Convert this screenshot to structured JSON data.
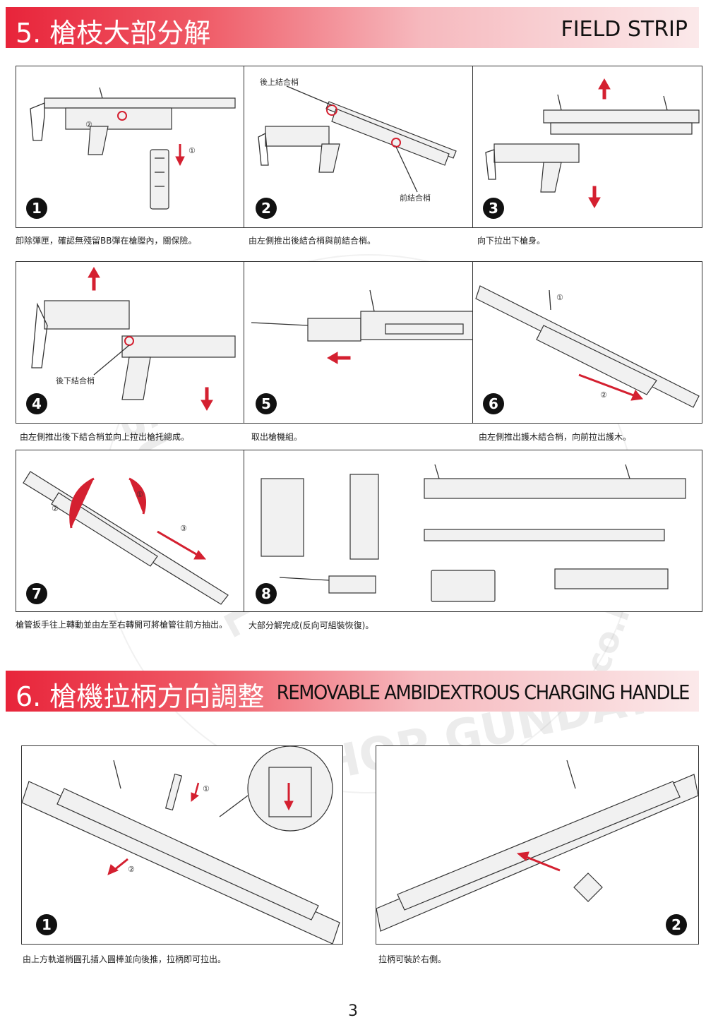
{
  "section5": {
    "title": "5. 槍枝大部分解",
    "title_en": "FIELD STRIP",
    "steps": [
      {
        "num": "1",
        "caption": "卸除彈匣，確認無殘留BB彈在槍膛內，關保險。"
      },
      {
        "num": "2",
        "caption": "由左側推出後結合梢與前結合梢。",
        "labels": [
          "後上結合梢",
          "前結合梢"
        ]
      },
      {
        "num": "3",
        "caption": "向下拉出下槍身。"
      },
      {
        "num": "4",
        "caption": "由左側推出後下結合梢並向上拉出槍托總成。",
        "labels": [
          "後下結合梢"
        ]
      },
      {
        "num": "5",
        "caption": "取出槍機組。"
      },
      {
        "num": "6",
        "caption": "由左側推出護木結合梢，向前拉出護木。"
      },
      {
        "num": "7",
        "caption": "槍管扳手往上轉動並由左至右轉開可將槍管往前方抽出。"
      },
      {
        "num": "8",
        "caption": "大部分解完成(反向可組裝恢復)。"
      }
    ],
    "callouts": {
      "c1": "①",
      "c2": "②",
      "c3": "③"
    }
  },
  "section6": {
    "title": "6. 槍機拉柄方向調整",
    "title_en": "REMOVABLE AMBIDEXTROUS CHARGING HANDLE",
    "steps": [
      {
        "num": "1",
        "caption": "由上方軌道梢圓孔插入圓棒並向後推，拉柄即可拉出。"
      },
      {
        "num": "2",
        "caption": "拉柄可裝於右側。"
      }
    ]
  },
  "page_number": "3",
  "watermark": {
    "line1": "SURVIVAL",
    "line2": "GUNSHOP GUNDAY",
    "line3": "co.kr"
  },
  "colors": {
    "accent": "#e8243a",
    "line": "#333333"
  }
}
